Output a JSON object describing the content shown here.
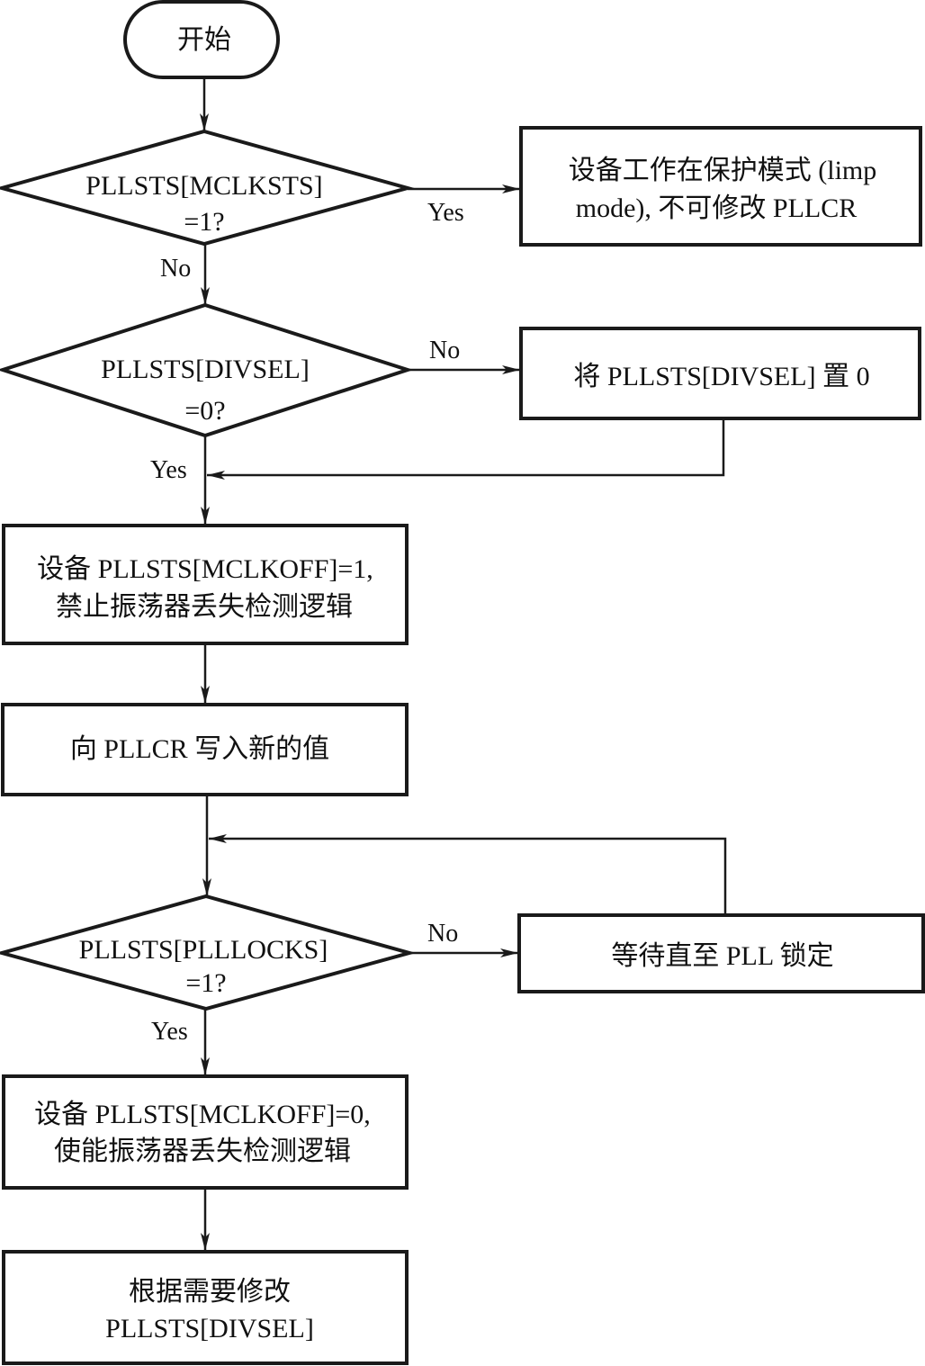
{
  "diagram": {
    "start": {
      "label": "开始"
    },
    "decision_mclksts": {
      "line1": "PLLSTS[MCLKSTS]",
      "line2": "=1?"
    },
    "limp_mode_box": {
      "line1": "设备工作在保护模式 (limp",
      "line2": "mode), 不可修改 PLLCR"
    },
    "decision_divsel": {
      "line1": "PLLSTS[DIVSEL]",
      "line2": "=0?"
    },
    "set_divsel_box": {
      "line1": "将 PLLSTS[DIVSEL] 置 0"
    },
    "mclkoff_on_box": {
      "line1": "设备 PLLSTS[MCLKOFF]=1,",
      "line2": "禁止振荡器丢失检测逻辑"
    },
    "write_pllcr_box": {
      "line1": "向 PLLCR 写入新的值"
    },
    "decision_plllocks": {
      "line1": "PLLSTS[PLLLOCKS]",
      "line2": "=1?"
    },
    "wait_lock_box": {
      "line1": "等待直至 PLL 锁定"
    },
    "mclkoff_off_box": {
      "line1": "设备 PLLSTS[MCLKOFF]=0,",
      "line2": "使能振荡器丢失检测逻辑"
    },
    "modify_divsel_box": {
      "line1": "根据需要修改",
      "line2": "PLLSTS[DIVSEL]"
    },
    "edge_labels": {
      "mclksts_yes": "Yes",
      "mclksts_no": "No",
      "divsel_no": "No",
      "divsel_yes": "Yes",
      "plllocks_no": "No",
      "plllocks_yes": "Yes"
    }
  }
}
